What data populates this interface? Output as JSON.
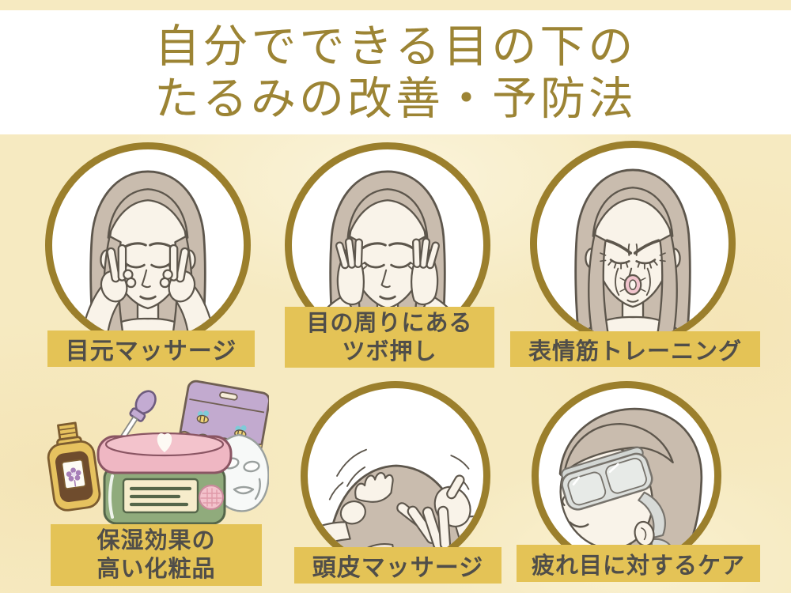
{
  "title": {
    "line1": "自分でできる目の下の",
    "line2": "たるみの改善・予防法"
  },
  "panels": [
    {
      "name": "eye-area-massage",
      "label_lines": [
        "目元マッサージ"
      ]
    },
    {
      "name": "eye-pressure-points",
      "label_lines": [
        "目の周りにある",
        "ツボ押し"
      ]
    },
    {
      "name": "facial-muscle-training",
      "label_lines": [
        "表情筋トレーニング"
      ]
    },
    {
      "name": "moisturizing-cosmetics",
      "label_lines": [
        "保湿効果の",
        "高い化粧品"
      ]
    },
    {
      "name": "scalp-massage",
      "label_lines": [
        "頭皮マッサージ"
      ]
    },
    {
      "name": "tired-eye-care",
      "label_lines": [
        "疲れ目に対するケア"
      ]
    }
  ],
  "colors": {
    "paper_background": "#f6eac1",
    "title_band": "#ffffff",
    "title_gold": "#9c8434",
    "circle_ring_gold": "#9b7f2c",
    "label_background": "#e4c356",
    "label_text": "#504e49",
    "hair": "#c9bcae",
    "skin": "#f9f3e9",
    "line_outline": "#5d564c"
  }
}
